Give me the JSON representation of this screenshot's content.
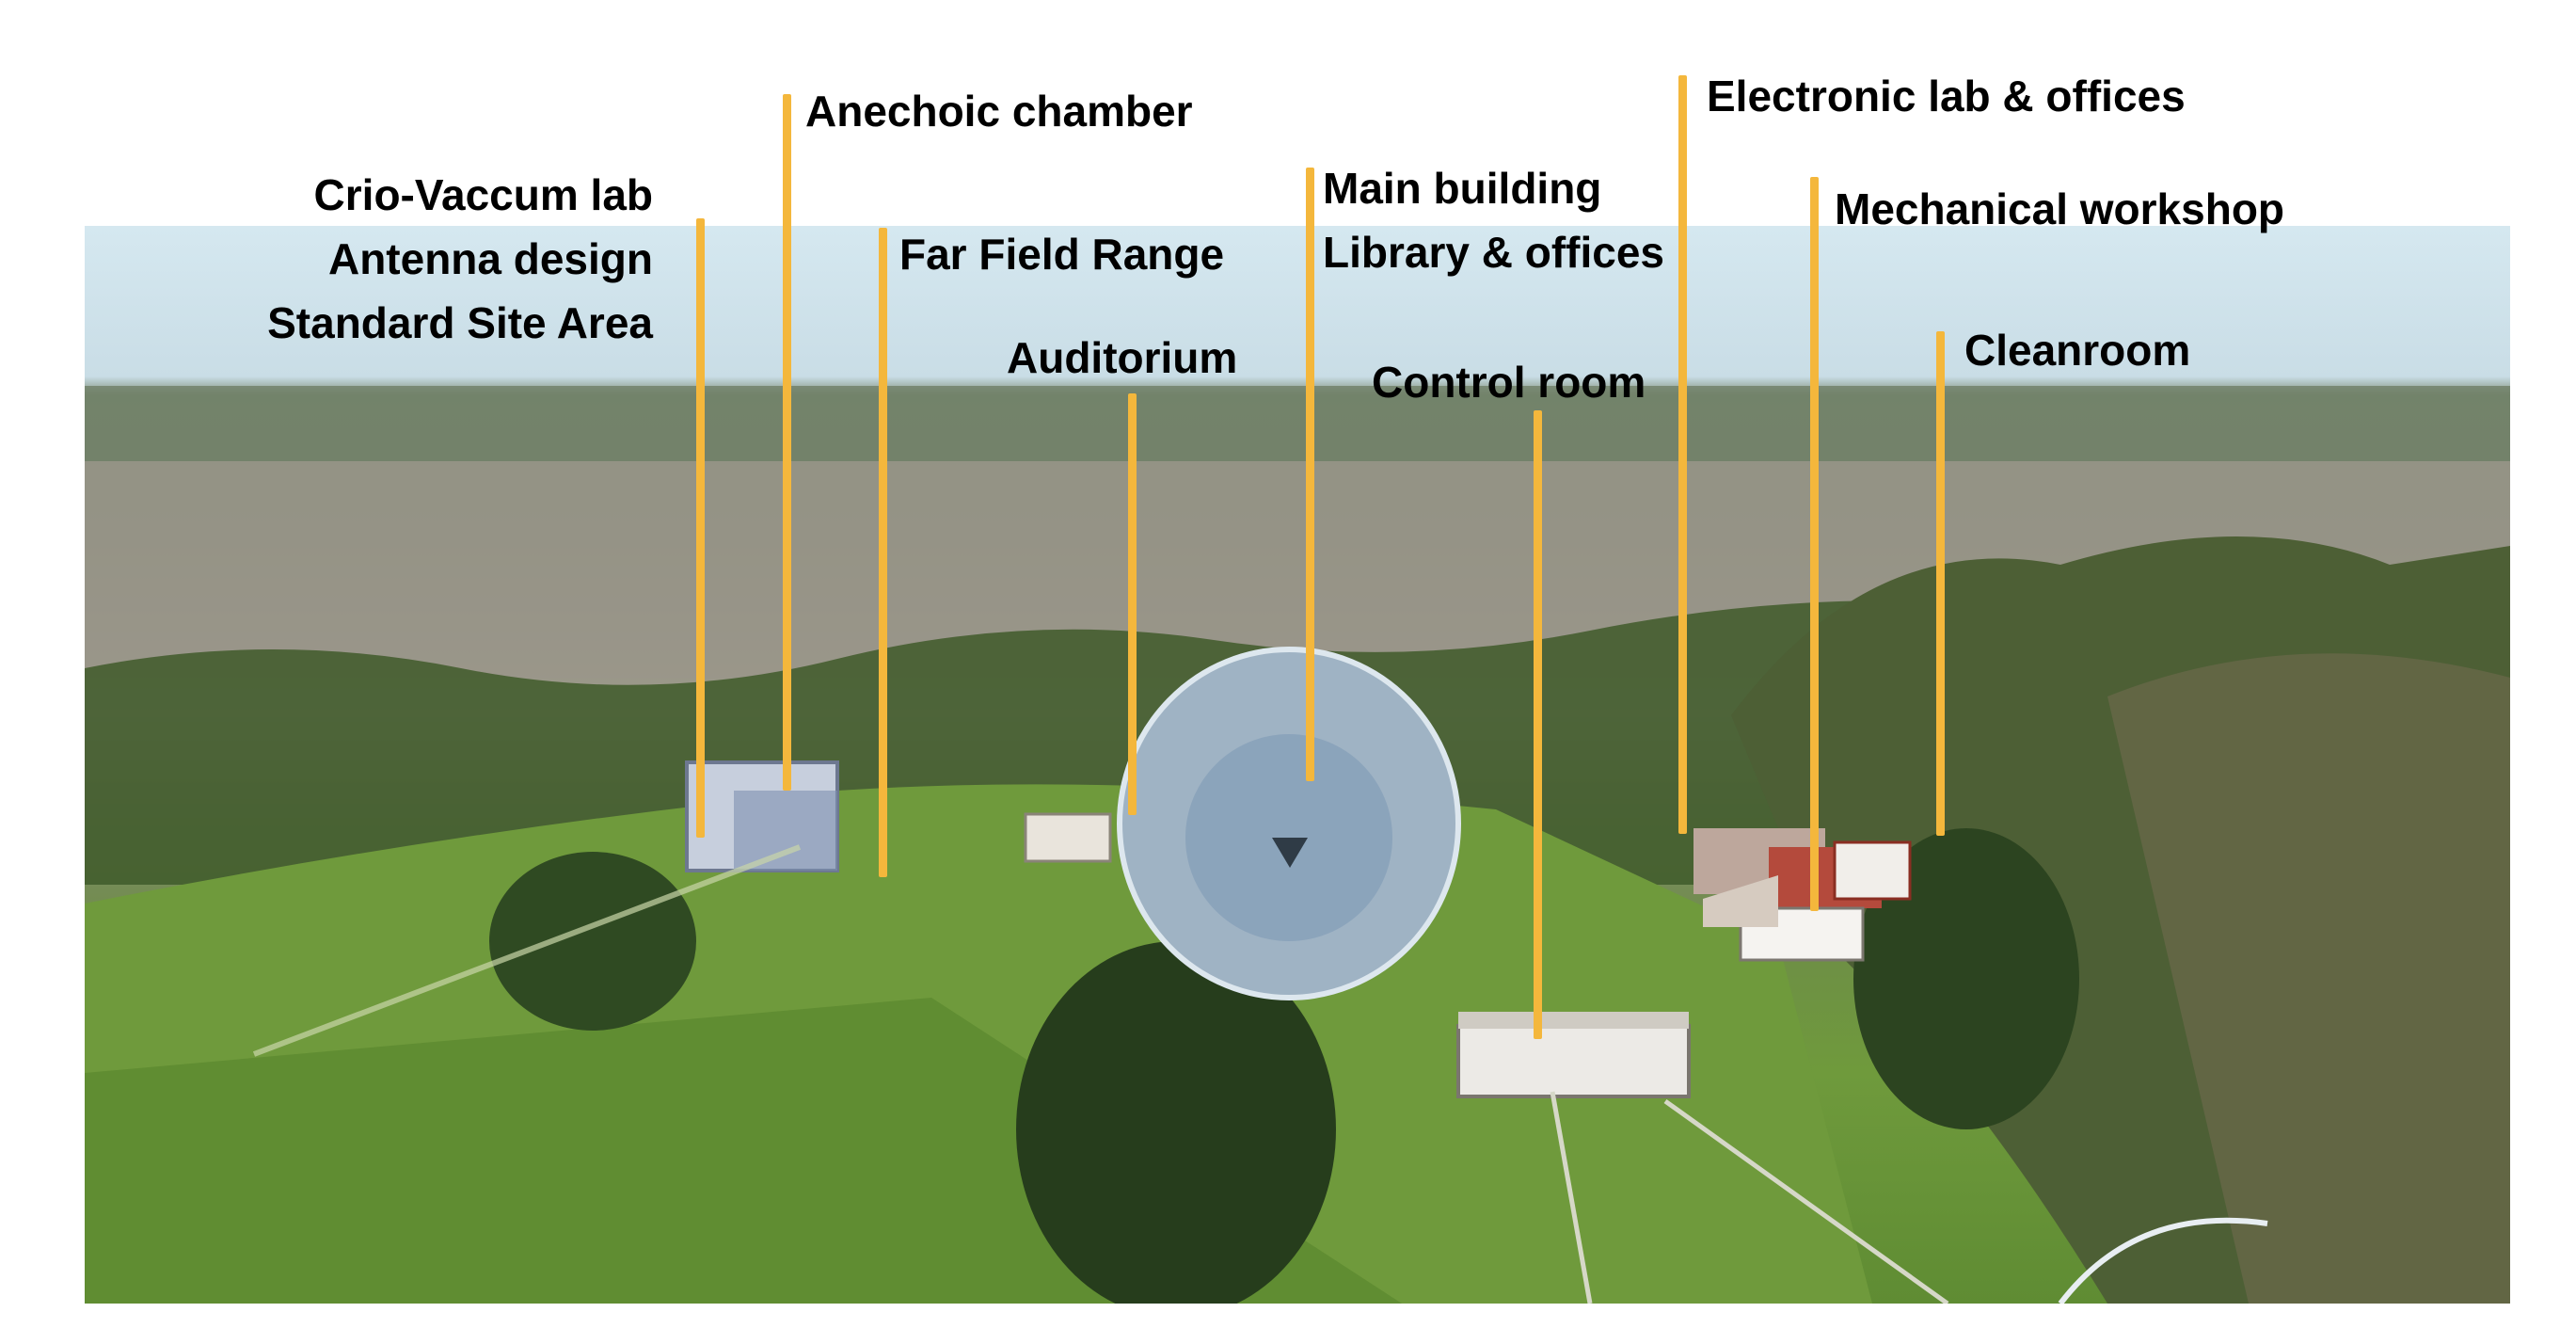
{
  "colors": {
    "leader_line": "#f4b73c",
    "label_text": "#000000",
    "grass": "#6f9a3c",
    "trees": "#3f5a2a",
    "sky": "#d5e8f0",
    "dish": "#9fb3c4"
  },
  "labels": {
    "crio_vaccum_lab": "Crio-Vaccum lab",
    "antenna_design": "Antenna design",
    "standard_site_area": "Standard Site Area",
    "anechoic_chamber": "Anechoic chamber",
    "far_field_range": "Far Field Range",
    "auditorium": "Auditorium",
    "main_building": "Main building",
    "library_offices": "Library & offices",
    "control_room": "Control room",
    "electronic_lab_offices": "Electronic lab & offices",
    "mechanical_workshop": "Mechanical workshop",
    "cleanroom": "Cleanroom"
  }
}
